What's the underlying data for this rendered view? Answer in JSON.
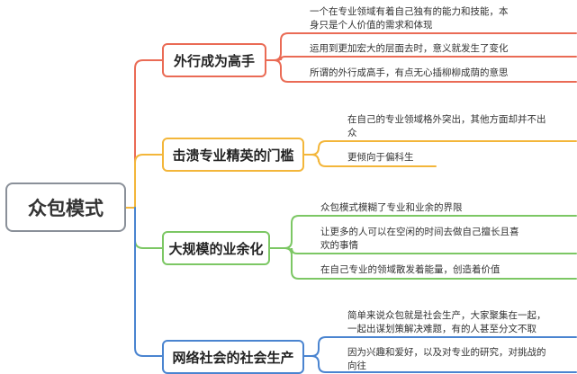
{
  "root": {
    "label": "众包模式"
  },
  "branches": [
    {
      "label": "外行成为高手",
      "color": "#ea6b55",
      "leaves": [
        {
          "lines": [
            "一个在专业领域有着自己独有的能力和技能，本",
            "身只是个人价值的需求和体现"
          ]
        },
        {
          "lines": [
            "运用到更加宏大的层面去时，意义就发生了变化"
          ]
        },
        {
          "lines": [
            "所谓的外行成高手，有点无心插柳柳成荫的意思"
          ]
        }
      ]
    },
    {
      "label": "击溃专业精英的门槛",
      "color": "#f3b63a",
      "leaves": [
        {
          "lines": [
            "在自己的专业领域格外突出，其他方面却并不出",
            "众"
          ]
        },
        {
          "lines": [
            "更倾向于偏科生"
          ]
        }
      ]
    },
    {
      "label": "大规模的业余化",
      "color": "#7cc764",
      "leaves": [
        {
          "lines": [
            "众包模式模糊了专业和业余的界限"
          ]
        },
        {
          "lines": [
            "让更多的人可以在空闲的时间去做自己擅长且喜",
            "欢的事情"
          ]
        },
        {
          "lines": [
            "在自己专业的领域散发着能量，创造着价值"
          ]
        }
      ]
    },
    {
      "label": "网络社会的社会生产",
      "color": "#4a84d0",
      "leaves": [
        {
          "lines": [
            "简单来说众包就是社会生产，大家聚集在一起，",
            "一起出谋划策解决难题，有的人甚至分文不取"
          ]
        },
        {
          "lines": [
            "因为兴趣和爱好，以及对专业的研究，对挑战的",
            "向往"
          ]
        }
      ]
    }
  ]
}
